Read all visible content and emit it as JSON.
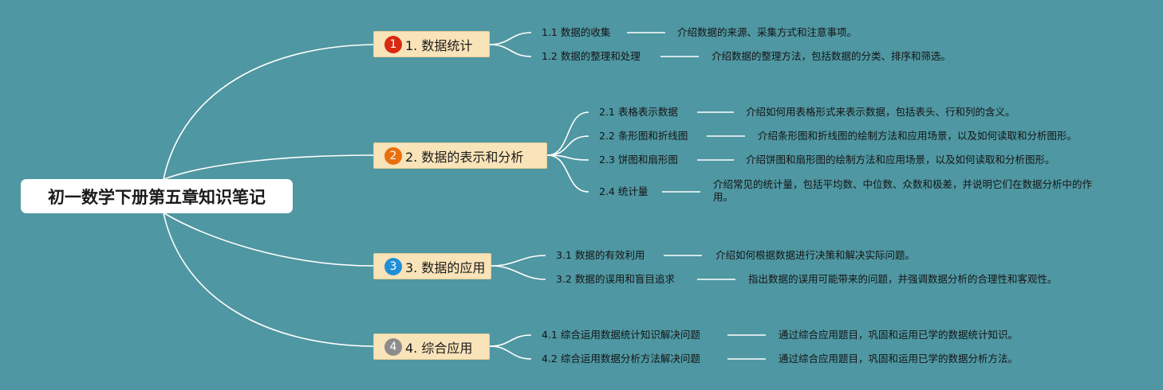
{
  "root": {
    "title": "初一数学下册第五章知识笔记"
  },
  "topics": [
    {
      "marker": "1",
      "marker_color": "#d9290f",
      "label": "1. 数据统计",
      "subtopics": [
        {
          "label": "1.1 数据的收集",
          "description": "介绍数据的来源、采集方式和注意事项。"
        },
        {
          "label": "1.2 数据的整理和处理",
          "description": "介绍数据的整理方法，包括数据的分类、排序和筛选。"
        }
      ]
    },
    {
      "marker": "2",
      "marker_color": "#e9700f",
      "label": "2. 数据的表示和分析",
      "subtopics": [
        {
          "label": "2.1 表格表示数据",
          "description": "介绍如何用表格形式来表示数据，包括表头、行和列的含义。"
        },
        {
          "label": "2.2 条形图和折线图",
          "description": "介绍条形图和折线图的绘制方法和应用场景，以及如何读取和分析图形。"
        },
        {
          "label": "2.3 饼图和扇形图",
          "description": "介绍饼图和扇形图的绘制方法和应用场景，以及如何读取和分析图形。"
        },
        {
          "label": "2.4 统计量",
          "description": "介绍常见的统计量，包括平均数、中位数、众数和极差，并说明它们在数据分析中的作用。"
        }
      ]
    },
    {
      "marker": "3",
      "marker_color": "#1f8fd6",
      "label": "3. 数据的应用",
      "subtopics": [
        {
          "label": "3.1 数据的有效利用",
          "description": "介绍如何根据数据进行决策和解决实际问题。"
        },
        {
          "label": "3.2 数据的误用和盲目追求",
          "description": "指出数据的误用可能带来的问题，并强调数据分析的合理性和客观性。"
        }
      ]
    },
    {
      "marker": "4",
      "marker_color": "#8c8c8c",
      "label": "4. 综合应用",
      "subtopics": [
        {
          "label": "4.1 综合运用数据统计知识解决问题",
          "description": "通过综合应用题目，巩固和运用已学的数据统计知识。"
        },
        {
          "label": "4.2 综合运用数据分析方法解决问题",
          "description": "通过综合应用题目，巩固和运用已学的数据分析方法。"
        }
      ]
    }
  ],
  "colors": {
    "background": "#4f97a2",
    "connector": "#ffffff",
    "topic_fill": "#f9e3b8",
    "root_fill": "#ffffff"
  }
}
